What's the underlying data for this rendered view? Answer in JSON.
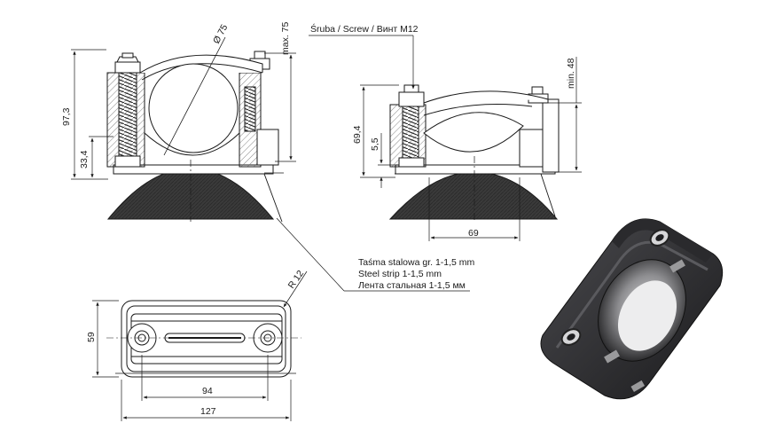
{
  "labels": {
    "diameter": "Ø 75",
    "max_height": "max. 75",
    "height_total": "97,3",
    "height_lower": "33,4",
    "screw_callout": "Śruba / Screw / Винт M12",
    "min_height": "min. 48",
    "height_right": "69,4",
    "gap": "5,5",
    "base_width": "69",
    "radius": "R 12",
    "depth": "59",
    "hole_spacing": "94",
    "length": "127",
    "strip_pl": "Taśma stalowa gr. 1-1,5 mm",
    "strip_en": "Steel strip 1-1,5 mm",
    "strip_ru": "Лента стальная 1-1,5 мм"
  },
  "colors": {
    "line": "#1a1a1a",
    "hatch": "#555555",
    "pad": "#3a3a3a",
    "render_dark": "#1e1e20",
    "render_mid": "#3c3c40",
    "render_light": "#9a9a9c"
  }
}
